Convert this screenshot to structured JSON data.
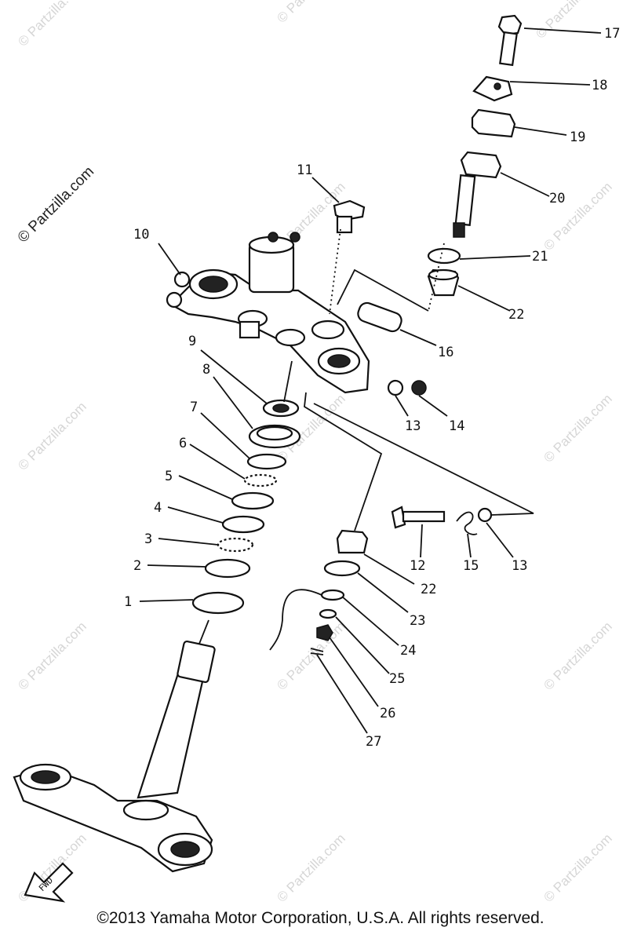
{
  "diagram": {
    "callouts": [
      "1",
      "2",
      "3",
      "4",
      "5",
      "6",
      "7",
      "8",
      "9",
      "10",
      "11",
      "12",
      "13",
      "13",
      "14",
      "15",
      "16",
      "17",
      "18",
      "19",
      "20",
      "21",
      "22",
      "22",
      "23",
      "24",
      "25",
      "26",
      "27"
    ],
    "watermark_main": "© Partzilla.com",
    "watermark_repeat": "© Partzilla.com",
    "fwd_label": "FWD"
  },
  "footer": {
    "copyright": "©2013  Yamaha Motor Corporation, U.S.A. All rights reserved."
  }
}
